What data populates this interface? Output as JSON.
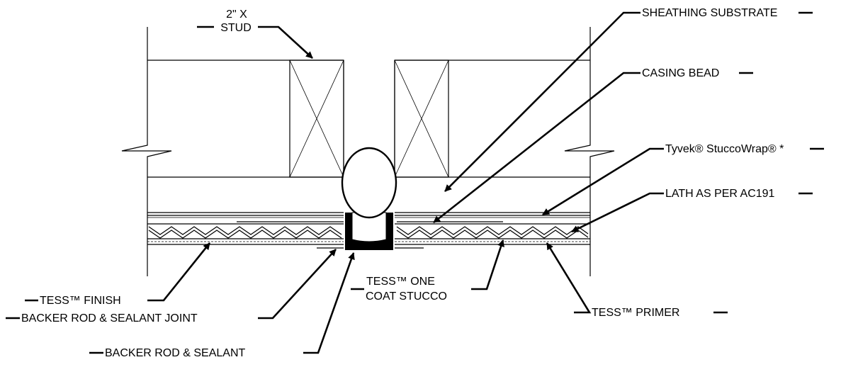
{
  "labels": {
    "stud": [
      "2\" X",
      "STUD"
    ],
    "sheathing": "SHEATHING SUBSTRATE",
    "casing_bead": "CASING BEAD",
    "wrap": "Tyvek® StuccoWrap® *",
    "lath": "LATH AS PER AC191",
    "finish": "TESS™ FINISH",
    "backer_joint": "BACKER ROD & SEALANT JOINT",
    "one_coat": [
      "TESS™ ONE",
      "COAT STUCCO"
    ],
    "primer": "TESS™ PRIMER",
    "backer": "BACKER ROD & SEALANT"
  }
}
